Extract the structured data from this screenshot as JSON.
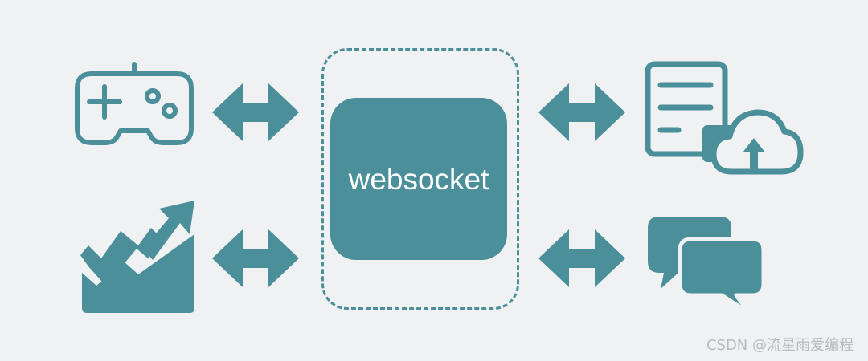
{
  "diagram": {
    "hub_label": "websocket",
    "accent_color": "#4a8f99",
    "background_color": "#eff1f3",
    "clients_left": [
      {
        "icon": "gamepad-icon"
      },
      {
        "icon": "rising-chart-icon"
      }
    ],
    "clients_right": [
      {
        "icon": "document-cloud-upload-icon"
      },
      {
        "icon": "chat-bubbles-icon"
      }
    ],
    "connectors": [
      {
        "icon": "double-arrow-icon",
        "from": "gamepad",
        "to": "websocket"
      },
      {
        "icon": "double-arrow-icon",
        "from": "chart",
        "to": "websocket"
      },
      {
        "icon": "double-arrow-icon",
        "from": "websocket",
        "to": "document-cloud"
      },
      {
        "icon": "double-arrow-icon",
        "from": "websocket",
        "to": "chat"
      }
    ]
  },
  "watermark": {
    "text": "CSDN @流星雨爱编程"
  }
}
